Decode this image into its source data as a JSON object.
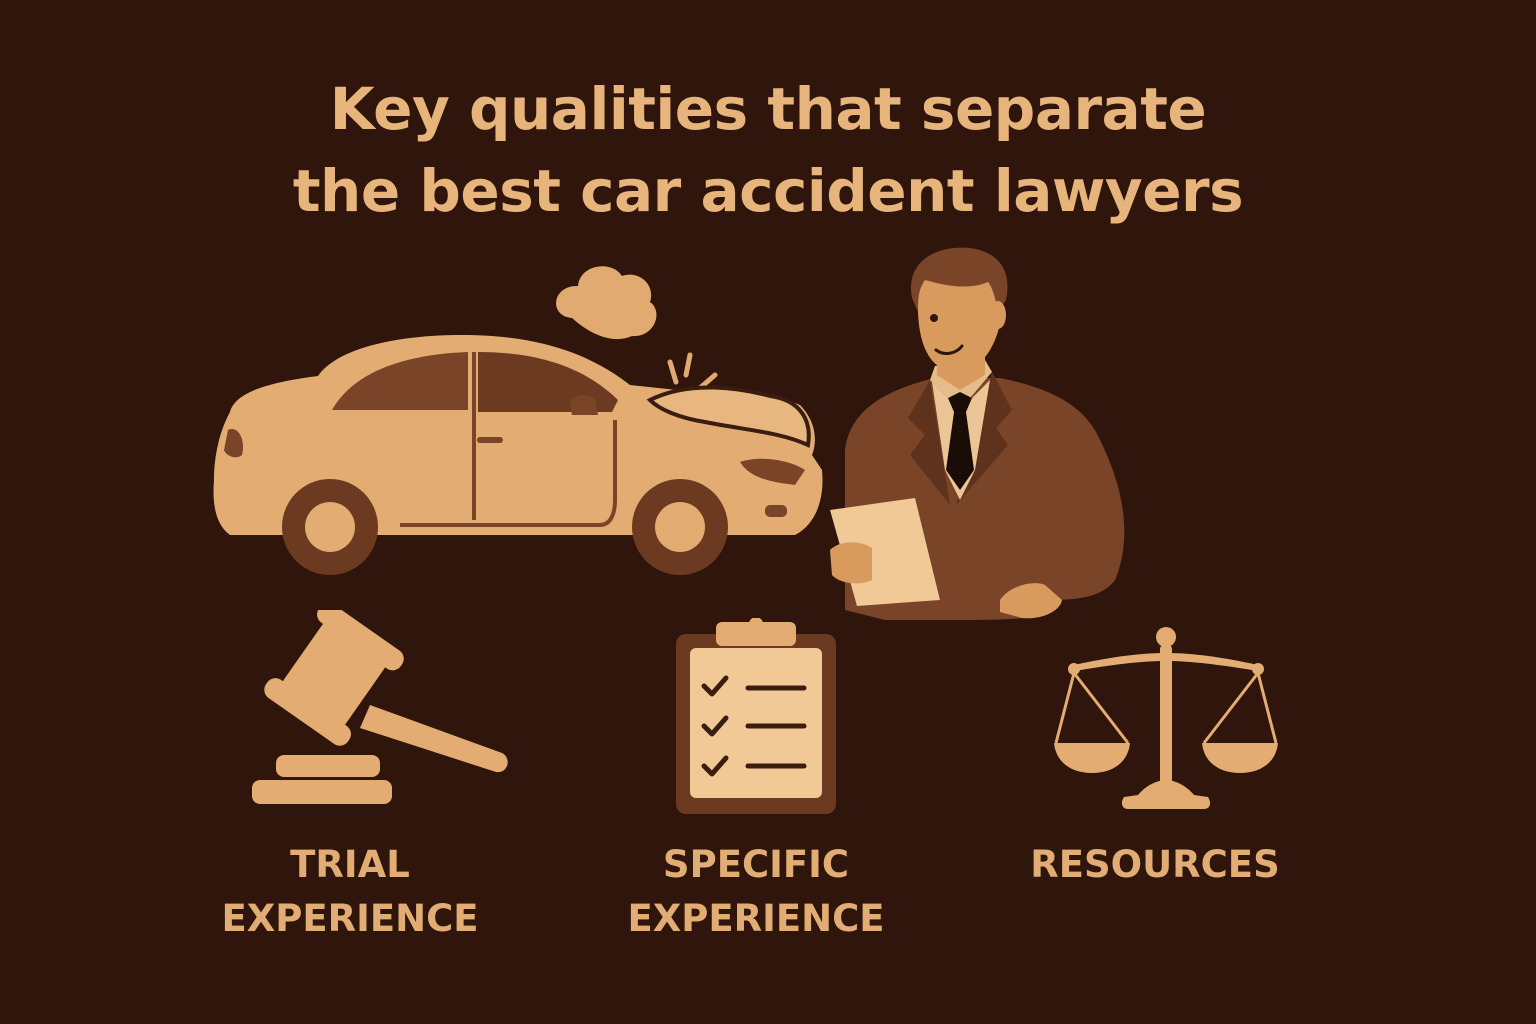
{
  "heading": {
    "line1": "Key qualities that separate",
    "line2": "the best car accident lawyers"
  },
  "illustration": {
    "icons": [
      "crashed-car-icon",
      "smoke-cloud-icon",
      "lawyer-figure-icon",
      "document-icon"
    ]
  },
  "qualities": [
    {
      "icon": "gavel-icon",
      "line1": "TRIAL",
      "line2": "EXPERIENCE"
    },
    {
      "icon": "checklist-clipboard-icon",
      "line1": "SPECIFIC",
      "line2": "EXPERIENCE"
    },
    {
      "icon": "scales-of-justice-icon",
      "line1": "RESOURCES",
      "line2": ""
    }
  ],
  "colors": {
    "background": "#2f150c",
    "accent": "#e7b47c",
    "dark_brown": "#6b3a20",
    "mid_brown": "#7a4428"
  }
}
